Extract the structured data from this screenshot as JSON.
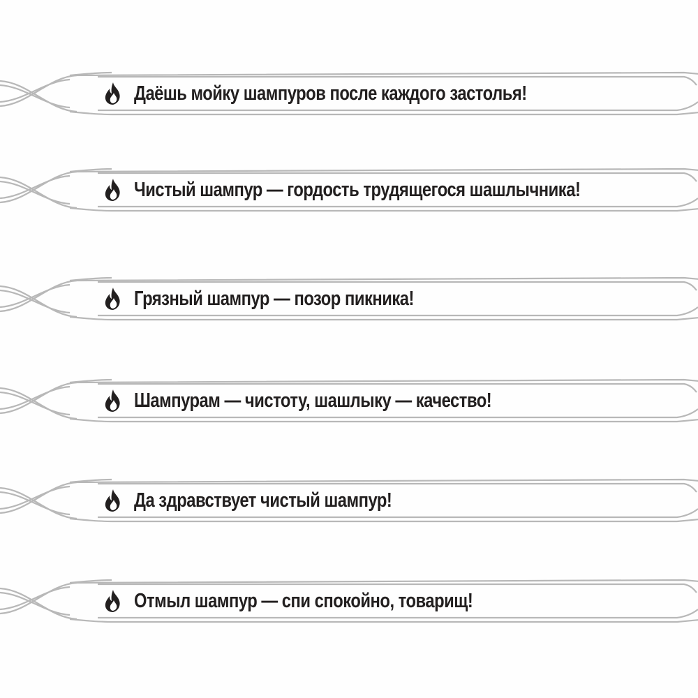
{
  "colors": {
    "background": "#fefefe",
    "skewer_stroke": "#b8b8b8",
    "text": "#221f1f",
    "flame": "#221f1f"
  },
  "icon": "flame-icon",
  "slogans": [
    {
      "text": "Даёшь мойку шампуров после каждого застолья!"
    },
    {
      "text": "Чистый шампур — гордость трудящегося шашлычника!"
    },
    {
      "text": "Грязный шампур — позор пикника!"
    },
    {
      "text": "Шампурам — чистоту, шашлыку — качество!"
    },
    {
      "text": "Да здравствует чистый шампур!"
    },
    {
      "text": "Отмыл шампур — спи спокойно, товарищ!"
    }
  ]
}
